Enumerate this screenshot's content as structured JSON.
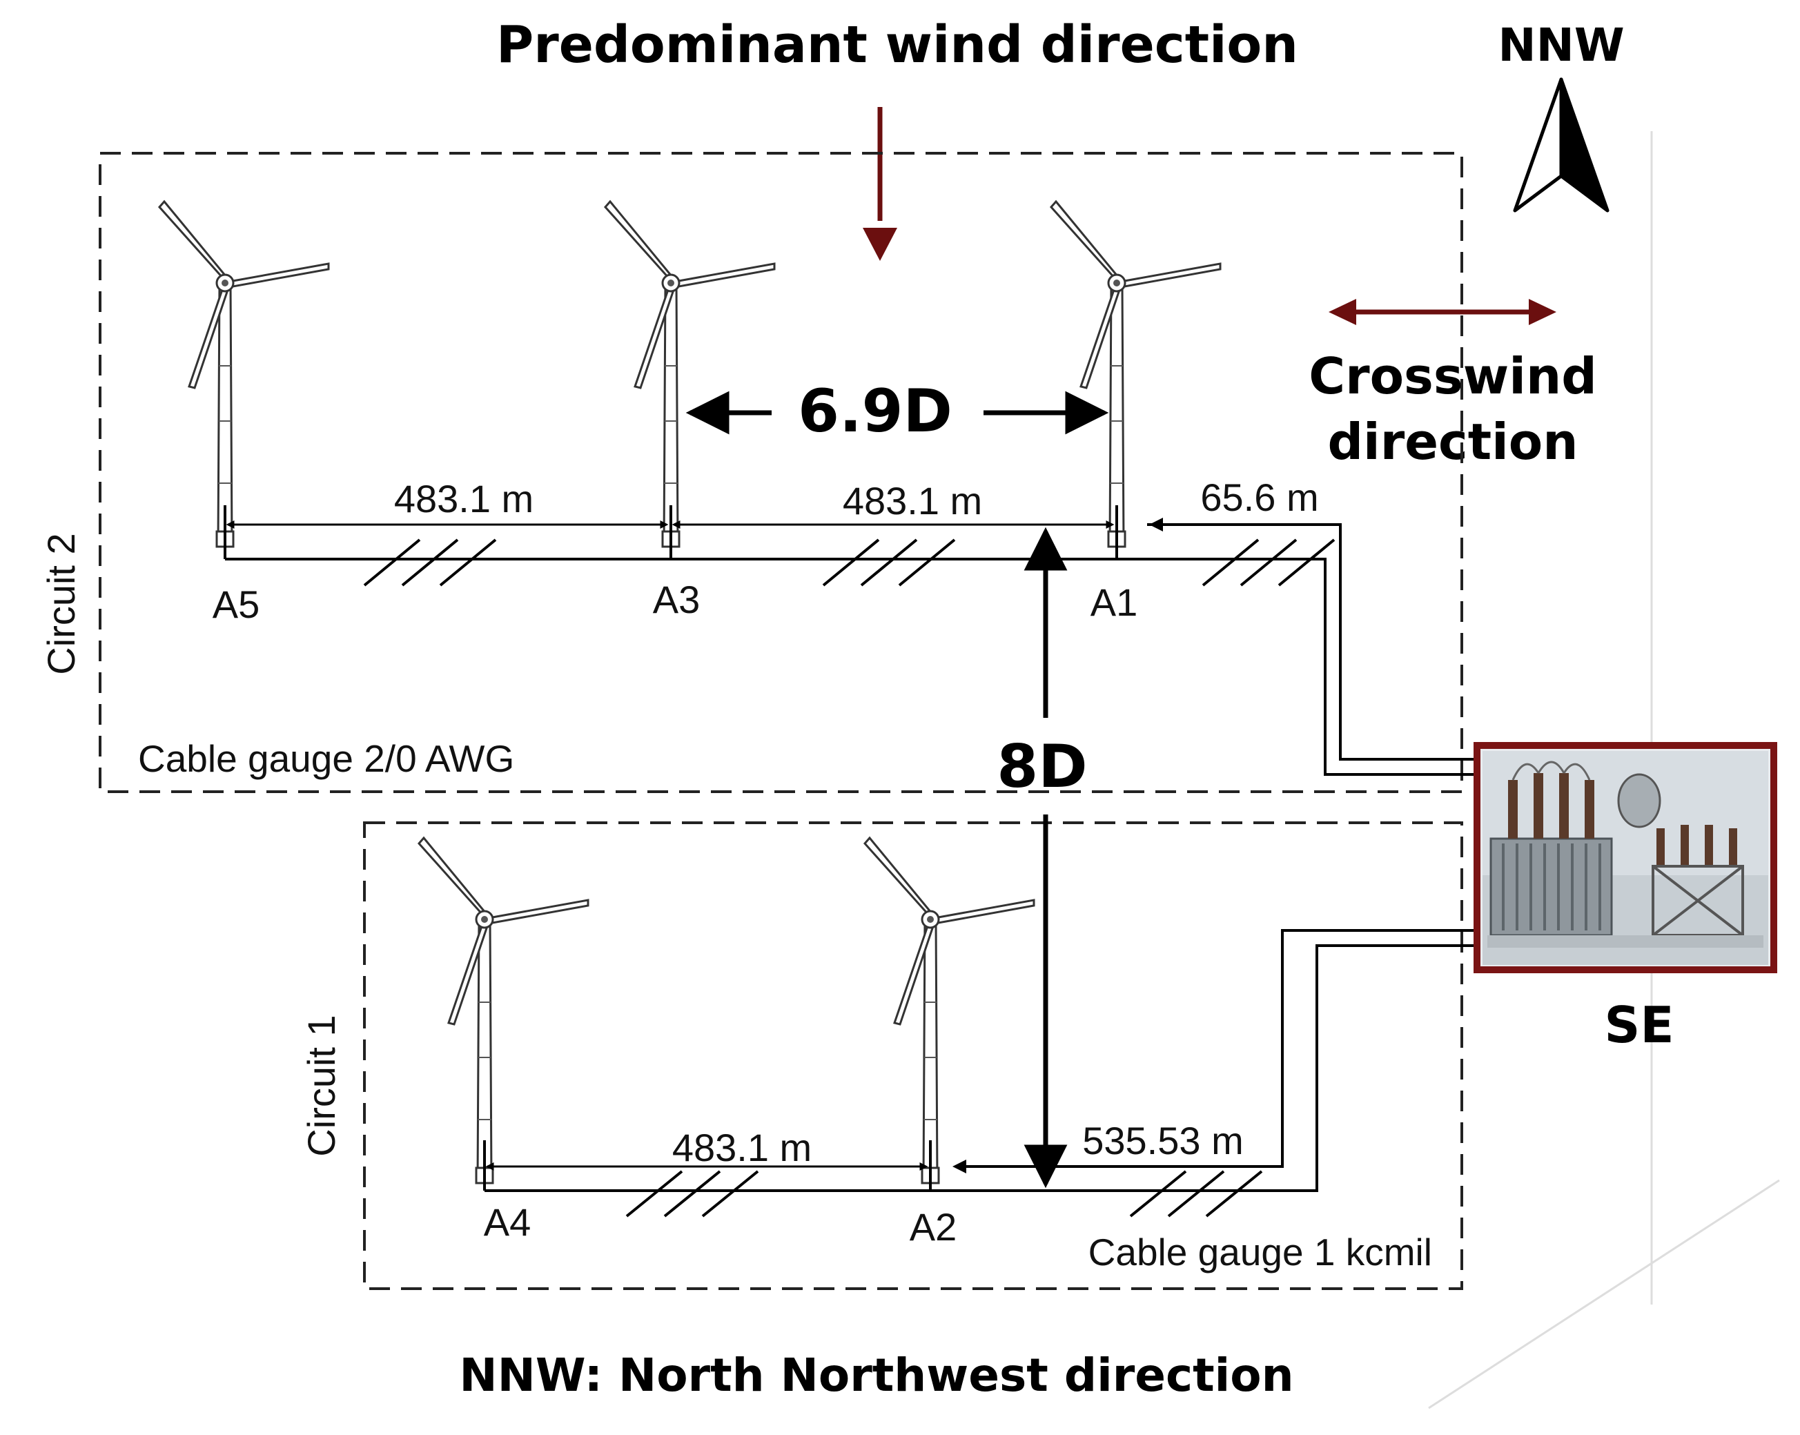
{
  "title": "Predominant wind direction",
  "compass_label": "NNW",
  "crosswind_line1": "Crosswind",
  "crosswind_line2": "direction",
  "spacing_horizontal": "6.9D",
  "spacing_vertical": "8D",
  "footer": "NNW: North Northwest direction",
  "substation_label": "SE",
  "colors": {
    "arrow": "#6b0f0f",
    "frame": "#7a1414",
    "line": "#000000"
  },
  "circuit2": {
    "label": "Circuit 2",
    "cable": "Cable gauge 2/0 AWG",
    "turbines": [
      "A5",
      "A3",
      "A1"
    ],
    "distances": [
      "483.1 m",
      "483.1 m",
      "65.6 m"
    ]
  },
  "circuit1": {
    "label": "Circuit 1",
    "cable": "Cable gauge 1 kcmil",
    "turbines": [
      "A4",
      "A2"
    ],
    "distances": [
      "483.1 m",
      "535.53 m"
    ]
  }
}
